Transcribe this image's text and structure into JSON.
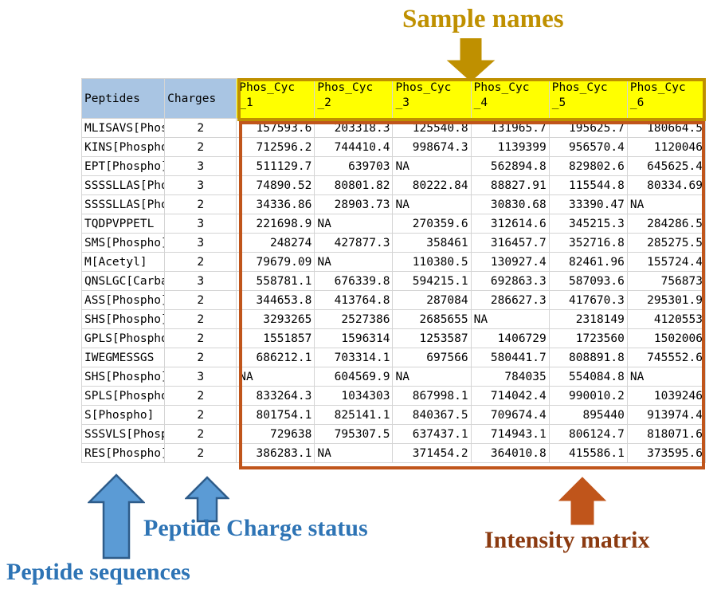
{
  "annotations": {
    "sample_names": "Sample names",
    "peptide_charge_status": "Peptide Charge status",
    "peptide_sequences": "Peptide sequences",
    "intensity_matrix": "Intensity matrix"
  },
  "colors": {
    "sample_names_accent": "#BF9000",
    "intensity_accent": "#C0551B",
    "intensity_text": "#8B3A10",
    "peptide_accent": "#5B9BD5",
    "peptide_text": "#2E74B5",
    "header_fill": "#A9C5E3",
    "sample_header_fill": "#FFFF00"
  },
  "table": {
    "headers": {
      "peptides": "Peptides",
      "charges": "Charges",
      "samples": [
        "Phos_Cyc_1",
        "Phos_Cyc_2",
        "Phos_Cyc_3",
        "Phos_Cyc_4",
        "Phos_Cyc_5",
        "Phos_Cyc_6"
      ]
    },
    "rows": [
      {
        "peptide": "MLISAVS[Phospho]",
        "charge": "2",
        "values": [
          "157593.6",
          "203318.3",
          "125540.8",
          "131965.7",
          "195625.7",
          "180664.5"
        ]
      },
      {
        "peptide": "KINS[Phospho]",
        "charge": "2",
        "values": [
          "712596.2",
          "744410.4",
          "998674.3",
          "1139399",
          "956570.4",
          "1120046"
        ]
      },
      {
        "peptide": "EPT[Phospho]",
        "charge": "3",
        "values": [
          "511129.7",
          "639703",
          "NA",
          "562894.8",
          "829802.6",
          "645625.4"
        ]
      },
      {
        "peptide": "SSSSLLAS[Phospho]",
        "charge": "3",
        "values": [
          "74890.52",
          "80801.82",
          "80222.84",
          "88827.91",
          "115544.8",
          "80334.69"
        ]
      },
      {
        "peptide": "SSSSLLAS[Phospho]",
        "charge": "2",
        "values": [
          "34336.86",
          "28903.73",
          "NA",
          "30830.68",
          "33390.47",
          "NA"
        ]
      },
      {
        "peptide": "TQDPVPPETL",
        "charge": "3",
        "values": [
          "221698.9",
          "NA",
          "270359.6",
          "312614.6",
          "345215.3",
          "284286.5"
        ]
      },
      {
        "peptide": "SMS[Phospho]",
        "charge": "3",
        "values": [
          "248274",
          "427877.3",
          "358461",
          "316457.7",
          "352716.8",
          "285275.5"
        ]
      },
      {
        "peptide": "M[Acetyl]",
        "charge": "2",
        "values": [
          "79679.09",
          "NA",
          "110380.5",
          "130927.4",
          "82461.96",
          "155724.4"
        ]
      },
      {
        "peptide": "QNSLGC[Carbamido]",
        "charge": "3",
        "values": [
          "558781.1",
          "676339.8",
          "594215.1",
          "692863.3",
          "587093.6",
          "756873"
        ]
      },
      {
        "peptide": "ASS[Phospho]",
        "charge": "2",
        "values": [
          "344653.8",
          "413764.8",
          "287084",
          "286627.3",
          "417670.3",
          "295301.9"
        ]
      },
      {
        "peptide": "SHS[Phospho]",
        "charge": "2",
        "values": [
          "3293265",
          "2527386",
          "2685655",
          "NA",
          "2318149",
          "4120553"
        ]
      },
      {
        "peptide": "GPLS[Phospho]",
        "charge": "2",
        "values": [
          "1551857",
          "1596314",
          "1253587",
          "1406729",
          "1723560",
          "1502006"
        ]
      },
      {
        "peptide": "IWEGMESSGS",
        "charge": "2",
        "values": [
          "686212.1",
          "703314.1",
          "697566",
          "580441.7",
          "808891.8",
          "745552.6"
        ]
      },
      {
        "peptide": "SHS[Phospho]",
        "charge": "3",
        "values": [
          "NA",
          "604569.9",
          "NA",
          "784035",
          "554084.8",
          "NA"
        ]
      },
      {
        "peptide": "SPLS[Phospho]",
        "charge": "2",
        "values": [
          "833264.3",
          "1034303",
          "867998.1",
          "714042.4",
          "990010.2",
          "1039246"
        ]
      },
      {
        "peptide": "S[Phospho]",
        "charge": "2",
        "values": [
          "801754.1",
          "825141.1",
          "840367.5",
          "709674.4",
          "895440",
          "913974.4"
        ]
      },
      {
        "peptide": "SSSVLS[Phospho]",
        "charge": "2",
        "values": [
          "729638",
          "795307.5",
          "637437.1",
          "714943.1",
          "806124.7",
          "818071.6"
        ]
      },
      {
        "peptide": "RES[Phospho]",
        "charge": "2",
        "values": [
          "386283.1",
          "NA",
          "371454.2",
          "364010.8",
          "415586.1",
          "373595.6"
        ]
      }
    ]
  }
}
